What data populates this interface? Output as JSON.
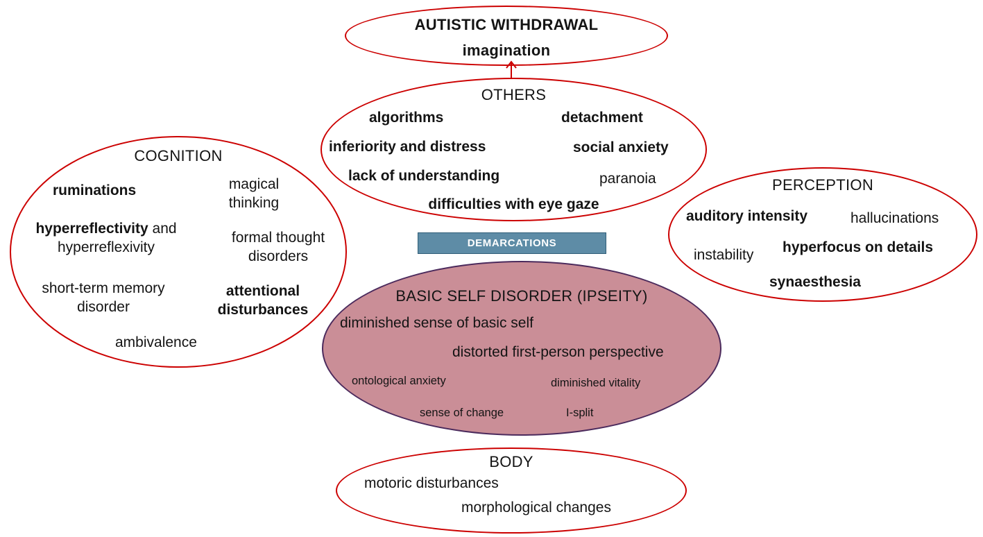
{
  "diagram": {
    "autistic_withdrawal": {
      "title": "AUTISTIC WITHDRAWAL",
      "subtitle": "imagination"
    },
    "others": {
      "title": "OTHERS",
      "items": {
        "algorithms": "algorithms",
        "detachment": "detachment",
        "inferiority": "inferiority and distress",
        "social_anxiety": "social anxiety",
        "lack_understanding": "lack of understanding",
        "paranoia": "paranoia",
        "eye_gaze": "difficulties with eye gaze"
      }
    },
    "cognition": {
      "title": "COGNITION",
      "items": {
        "ruminations": "ruminations",
        "magical_thinking": "magical thinking",
        "hyperreflectivity_bold": "hyperreflectivity",
        "hyperreflectivity_rest": " and hyperreflexivity",
        "formal_thought": "formal thought disorders",
        "short_term_memory": "short-term memory disorder",
        "attentional": "attentional disturbances",
        "ambivalence": "ambivalence"
      }
    },
    "perception": {
      "title": "PERCEPTION",
      "items": {
        "auditory_intensity": "auditory intensity",
        "hallucinations": "hallucinations",
        "instability": "instability",
        "hyperfocus": "hyperfocus on details",
        "synaesthesia": "synaesthesia"
      }
    },
    "demarcations": {
      "label": "DEMARCATIONS"
    },
    "basic_self": {
      "title": "BASIC SELF DISORDER (IPSEITY)",
      "items": {
        "diminished_sense": "diminished sense of basic self",
        "distorted_perspective": "distorted first-person perspective",
        "ontological_anxiety": "ontological anxiety",
        "diminished_vitality": "diminished vitality",
        "sense_of_change": "sense of change",
        "i_split": "I-split"
      }
    },
    "body_region": {
      "title": "BODY",
      "items": {
        "motoric": "motoric disturbances",
        "morphological": "morphological changes"
      }
    },
    "colors": {
      "red_outline": "#cc0000",
      "center_fill": "#ca8e97",
      "center_outline": "#4b2a5c",
      "demarcations_fill": "#5e8ca6",
      "demarcations_border": "#2f5d77",
      "text": "#141414"
    }
  }
}
